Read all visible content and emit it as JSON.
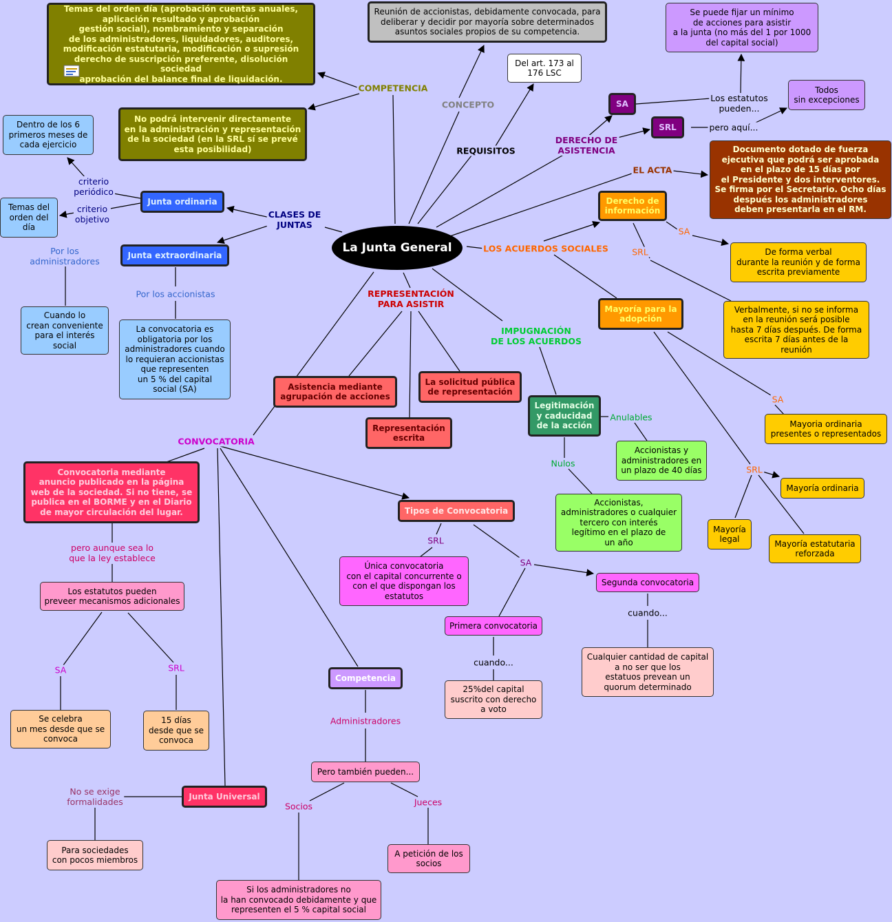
{
  "center": "La Junta General",
  "nodes": {
    "competencia_temas": "Temas del orden día (aprobación cuentas anuales,\naplicación resultado y aprobación\ngestión social), nombramiento y separación\nde los administradores, liquidadores, auditores,\nmodificación estatutaria, modificación o supresión\nderecho de suscripción preferente, disolución sociedad\naprobación del balance final de liquidación.",
    "competencia_no_podra": "No podrá intervenir directamente\nen la administración y representación\nde la sociedad (en la SRL sí se prevé\nesta posibilidad)",
    "concepto_def": "Reunión de accionistas, debidamente convocada, para\ndeliberar y decidir por mayoría sobre determinados\nasuntos sociales propios de su competencia.",
    "requisitos_art": "Del art. 173 al\n176 LSC",
    "minimo_acciones": "Se puede fijar un mínimo\nde acciones para asistir\na la junta (no más del 1 por 1000\ndel capital social)",
    "todos_sin_exc": "Todos\nsin excepciones",
    "sa": "SA",
    "srl": "SRL",
    "acta_doc": "Documento dotado de fuerza\nejecutiva que podrá ser aprobada\nen el plazo de 15 días por\nel Presidente  y dos interventores.\nSe firma por el Secretario. Ocho días\ndespués los administradores\ndeben presentarla en el RM.",
    "derecho_info": "Derecho de\ninformación",
    "verbal_sa": "De forma verbal\ndurante la reunión y de forma\nescrita previamente",
    "verbal_srl": "Verbalmente, si no se informa\nen la reunión será posible\nhasta 7 días después. De forma\nescrita 7 días antes de la\nreunión",
    "mayoria_adopcion": "Mayoría para la\nadopción",
    "mayoria_ord_sa": "Mayoria ordinaria\npresentes o representados",
    "mayoria_ordinaria": "Mayoría ordinaria",
    "mayoria_legal": "Mayoría\nlegal",
    "mayoria_estatutaria": "Mayoría estatutaria\nreforzada",
    "seis_meses": "Dentro de los 6\nprimeros meses de\ncada ejercicio",
    "junta_ordinaria": "Junta ordinaria",
    "temas_orden": "Temas del\norden del\ndía",
    "junta_extra": "Junta extraordinaria",
    "cuando_conveniente": "Cuando lo\ncrean conveniente\npara el interés\nsocial",
    "convocatoria_oblig": "La convocatoria es\nobligatoria por los\nadministradores cuando\nlo requieran accionistas\nque representen\nun 5 % del capital\nsocial (SA)",
    "asistencia_agrup": "Asistencia mediante\nagrupación de acciones",
    "repr_escrita": "Representación\nescrita",
    "solicitud_publica": "La solicitud pública\nde representación",
    "legitimacion": "Legitimación\ny caducidad\nde la acción",
    "anulables_txt": "Accionistas y\nadministradores en\nun plazo de 40 días",
    "nulos_txt": "Accionistas,\nadministradores o cualquier\ntercero con interés\nlegítimo en el plazo de\nun año",
    "convoc_anuncio": "Convocatoria mediante\nanuncio publicado en la página\nweb de la sociedad. Si no tiene, se\npublica en el BORME y en el Diario\nde mayor circulación del lugar.",
    "estatutos_mecanismos": "Los estatutos pueden\npreveer mecanismos adicionales",
    "sa_mes": "Se celebra\nun mes desde que se\nconvoca",
    "srl_15": "15 días\ndesde que se\nconvoca",
    "tipos_convoc": "Tipos de Convocatoria",
    "unica_convoc": "Única convocatoria\ncon el capital concurrente o\ncon el que dispongan los\nestatutos",
    "primera_convoc": "Primera convocatoria",
    "segunda_convoc": "Segunda convocatoria",
    "capital_25": "25%del capital\nsuscrito con derecho\na voto",
    "cualquier_cantidad": "Cualquier cantidad de capital\na no ser que los\nestatuos prevean un\nquorum determinado",
    "competencia_conv": "Competencia",
    "pero_tambien": "Pero también pueden...",
    "si_admin": "Si los administradores no\nla han convocado debidamente y que\nrepresenten el 5 % capital social",
    "peticion_socios": "A petición de los\nsocios",
    "junta_universal": "Junta Universal",
    "pocos_miembros": "Para sociedades\ncon pocos miembros"
  },
  "labels": {
    "competencia": "COMPETENCIA",
    "concepto": "CONCEPTO",
    "requisitos": "REQUISITOS",
    "derecho_asistencia": "DERECHO DE\nASISTENCIA",
    "los_estatutos": "Los estatutos\npueden...",
    "pero_aqui": "pero aquí...",
    "el_acta": "EL ACTA",
    "acuerdos": "LOS ACUERDOS SOCIALES",
    "sa_info": "SA",
    "srl_info": "SRL",
    "sa_may": "SA",
    "srl_may": "SRL",
    "clases": "CLASES DE\nJUNTAS",
    "criterio_periodico": "criterio\nperiódico",
    "criterio_objetivo": "criterio\nobjetivo",
    "por_admin": "Por los\nadministradores",
    "por_accionistas": "Por los accionistas",
    "representacion": "REPRESENTACIÓN\nPARA ASISTIR",
    "impugnacion": "IMPUGNACIÓN\nDE LOS ACUERDOS",
    "anulables": "Anulables",
    "nulos": "Nulos",
    "convocatoria": "CONVOCATORIA",
    "pero_aunque": "pero aunque sea lo\nque la ley establece",
    "sa_conv": "SA",
    "srl_conv": "SRL",
    "srl_tipos": "SRL",
    "sa_tipos": "SA",
    "cuando1": "cuando...",
    "cuando2": "cuando...",
    "administradores": "Administradores",
    "socios": "Socios",
    "jueces": "Jueces",
    "no_exige": "No se exige\nformalidades"
  },
  "colors": {
    "background": "#CCCCFF",
    "olive": "#808000",
    "grey": "#C0C0C0",
    "purple_light": "#CC99FF",
    "purple_dark": "#800080",
    "brown": "#993300",
    "orange": "#FF9900",
    "yellow": "#FFCC00",
    "blue_dark": "#3366FF",
    "blue_light": "#99CCFF",
    "red": "#FF6666",
    "green_dark": "#339966",
    "green_light": "#99FF66",
    "crimson": "#FF3366",
    "pink": "#FF99CC",
    "peach": "#FFCC99",
    "magenta": "#FF66FF",
    "rose": "#FFCCCC"
  }
}
